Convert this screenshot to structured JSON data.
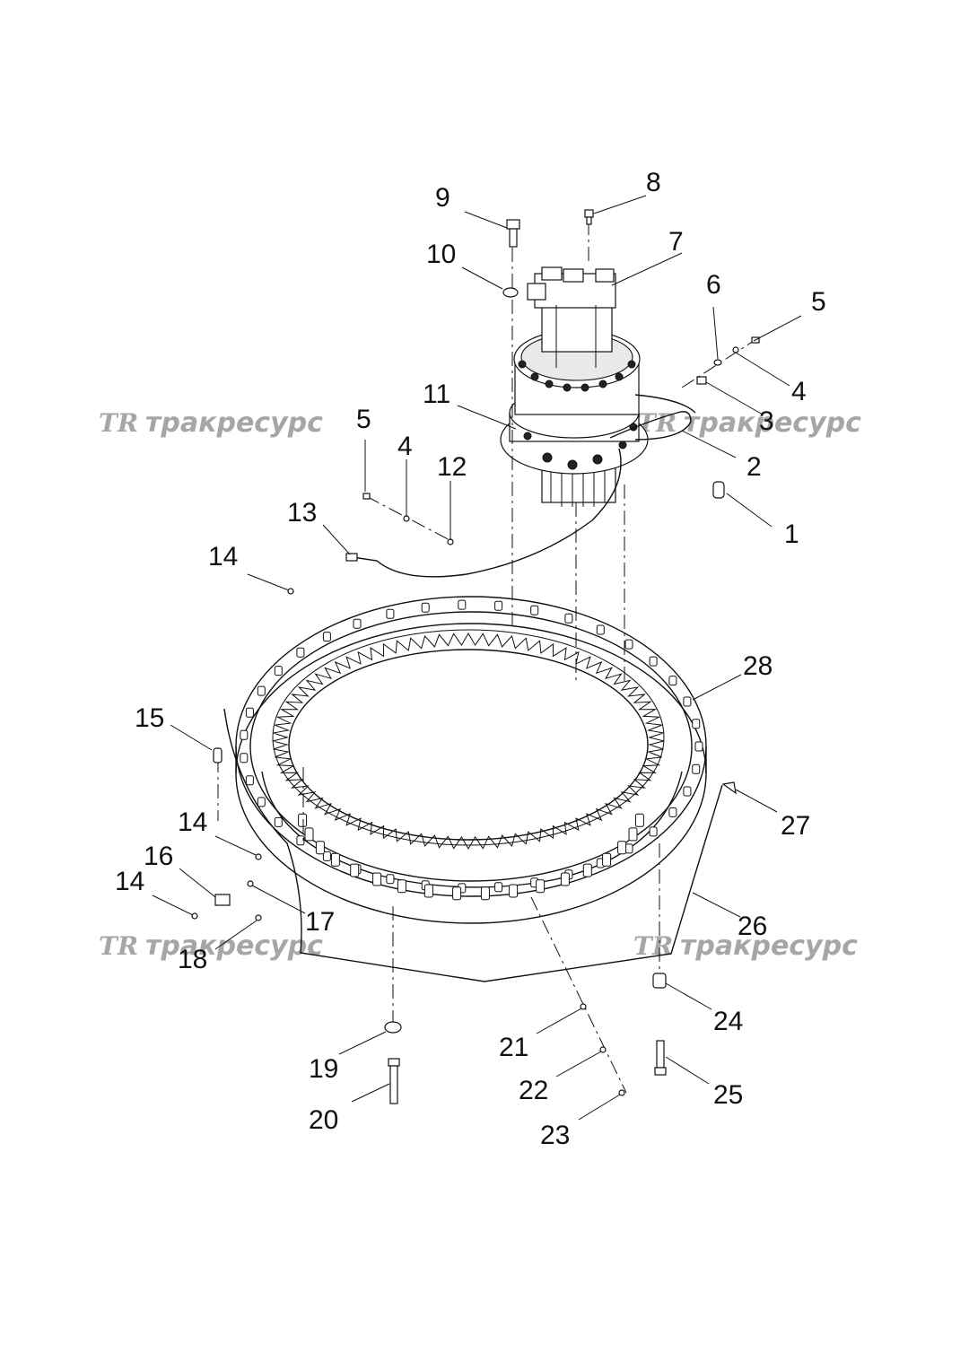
{
  "watermarks": [
    {
      "logo": "TR",
      "text": "тракресурс"
    },
    {
      "logo": "TR",
      "text": "тракресурс"
    },
    {
      "logo": "TR",
      "text": "тракресурс"
    },
    {
      "logo": "TR",
      "text": "тракресурс"
    }
  ],
  "callouts": [
    "1",
    "2",
    "3",
    "4",
    "4",
    "5",
    "5",
    "6",
    "7",
    "8",
    "9",
    "10",
    "11",
    "12",
    "13",
    "14",
    "14",
    "14",
    "15",
    "16",
    "17",
    "18",
    "19",
    "20",
    "21",
    "22",
    "23",
    "24",
    "25",
    "26",
    "27",
    "28"
  ]
}
